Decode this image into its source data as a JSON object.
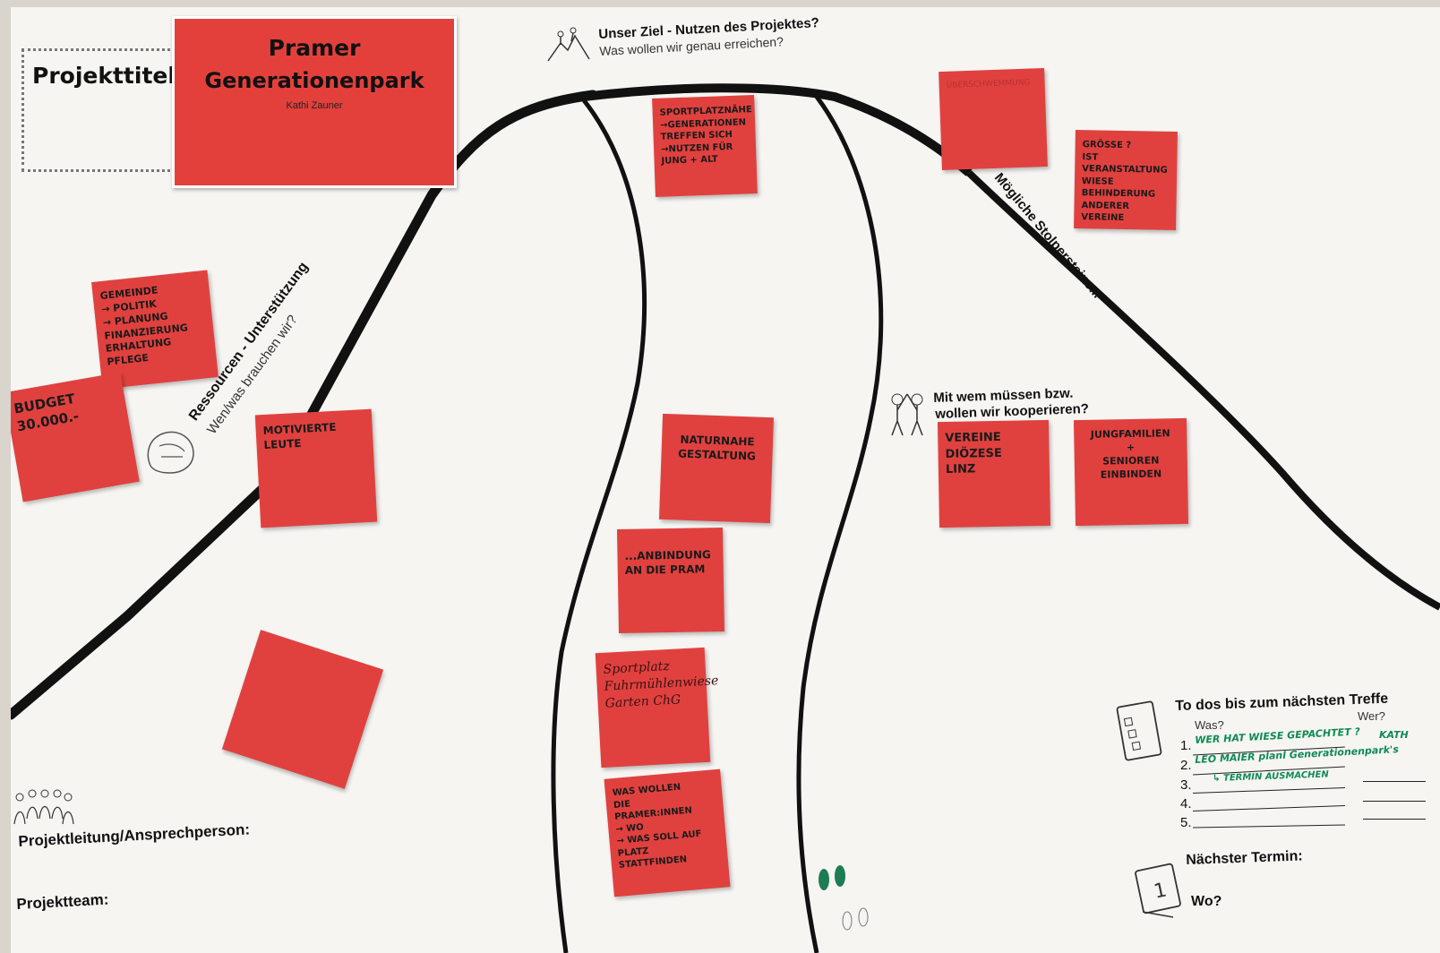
{
  "colors": {
    "note": "#e0413f",
    "board": "#f6f5f2",
    "road": "#111111",
    "green_ink": "#0f8a55"
  },
  "title_field": {
    "label": "Projekttitel"
  },
  "title_card": {
    "line1": "Pramer",
    "line2": "Generationenpark",
    "author": "Kathi Zauner"
  },
  "goal": {
    "heading": "Unser Ziel - Nutzen des Projektes?",
    "sub": "Was wollen wir genau erreichen?",
    "icon": "mountain-climbers-icon"
  },
  "resources": {
    "heading": "Ressourcen - Unterstützung",
    "sub": "Wen/was brauchen wir?",
    "icon": "backpack-icon"
  },
  "obstacles": {
    "heading": "Mögliche Stolpersteine..."
  },
  "cooperation": {
    "line1": "Mit wem müssen bzw.",
    "line2": "wollen wir kooperieren?",
    "icon": "high-five-people-icon"
  },
  "notes": {
    "sportplatz_naehe": "SPORTPLATZNÄHE\n→GENERATIONEN\nTREFFEN SICH\n→NUTZEN FÜR\nJUNG + ALT",
    "ueberschwemmung": "ÜBERSCHWEMMUNG",
    "groesse": "GRÖSSE ?\nIST VERANSTALTUNG\nWIESE\nBEHINDERUNG\nANDERER VEREINE",
    "gemeinde": "GEMEINDE\n→ POLITIK\n→ PLANUNG\nFINANZIERUNG\nERHALTUNG\nPFLEGE",
    "budget": "BUDGET\n30.000.-",
    "motivierte": "MOTIVIERTE\nLEUTE",
    "naturnahe": "NATURNAHE\nGESTALTUNG",
    "vereine": "VEREINE\nDIÖZESE\nLINZ",
    "jungfamilien": "JUNGFAMILIEN\n+\nSENIOREN\nEINBINDEN",
    "anbindung": "...ANBINDUNG\nAN DIE PRAM",
    "sportplatz_fuhr": "Sportplatz\nFuhrmühlenwiese\nGarten ChG",
    "was_wollen": "WAS WOLLEN\nDIE\nPRAMER:INNEN\n→ WO\n→ WAS SOLL AUF\nPLATZ STATTFINDEN"
  },
  "project_lead": {
    "label": "Projektleitung/Ansprechperson:",
    "icon": "group-people-icon"
  },
  "project_team": {
    "label": "Projektteam:"
  },
  "todos": {
    "heading": "To dos bis zum nächsten Treffe",
    "col_what": "Was?",
    "col_who": "Wer?",
    "icon": "checklist-icon",
    "items": [
      {
        "num": "1.",
        "text": "WER HAT WIESE GEPACHTET ?",
        "who": "KATH"
      },
      {
        "num": "2.",
        "text": "LEO MAIER planl Generationenpark's",
        "who": ""
      },
      {
        "num": "3.",
        "text": "↳ TERMIN AUSMACHEN",
        "who": ""
      },
      {
        "num": "4.",
        "text": "",
        "who": ""
      },
      {
        "num": "5.",
        "text": "",
        "who": ""
      }
    ]
  },
  "next_meeting": {
    "label": "Nächster Termin:",
    "where": "Wo?",
    "icon": "calendar-icon"
  },
  "footprints": {
    "icon": "footprints-icon"
  }
}
